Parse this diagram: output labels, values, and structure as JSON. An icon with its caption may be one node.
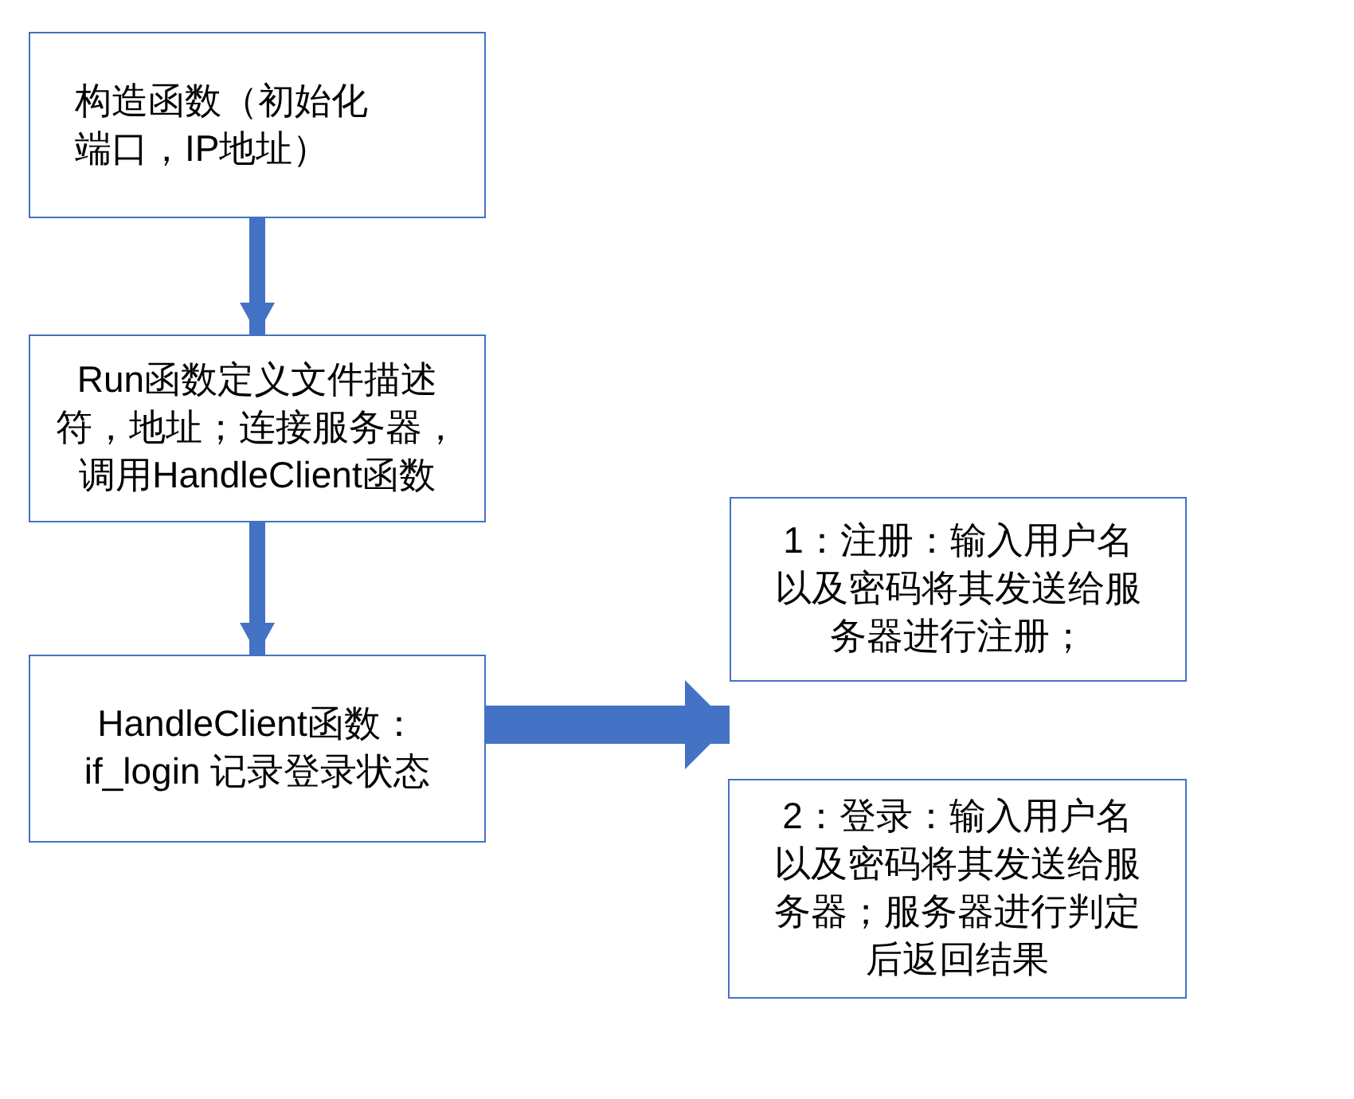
{
  "diagram": {
    "nodes": [
      {
        "text": [
          "构造函数（初始化端口，IP地址）"
        ]
      },
      {
        "text": [
          "Run函数定义文件描述符，地址；连接服务器，调用HandleClient函数"
        ]
      },
      {
        "text": [
          "HandleClient函数：if_login 记录登录状态"
        ]
      },
      {
        "text": [
          "1：注册：输入用户名以及密码将其发送给服务器进行注册；"
        ]
      },
      {
        "text": [
          "2：登录：输入用户名以及密码将其发送给服务器；服务器进行判定后返回结果"
        ]
      }
    ],
    "edges": [
      {
        "from": 0,
        "to": 1,
        "arrow": "to"
      },
      {
        "from": 1,
        "to": 2,
        "arrow": "to"
      },
      {
        "from": 2,
        "to": 3,
        "arrow": "to",
        "style": "thick"
      }
    ]
  }
}
